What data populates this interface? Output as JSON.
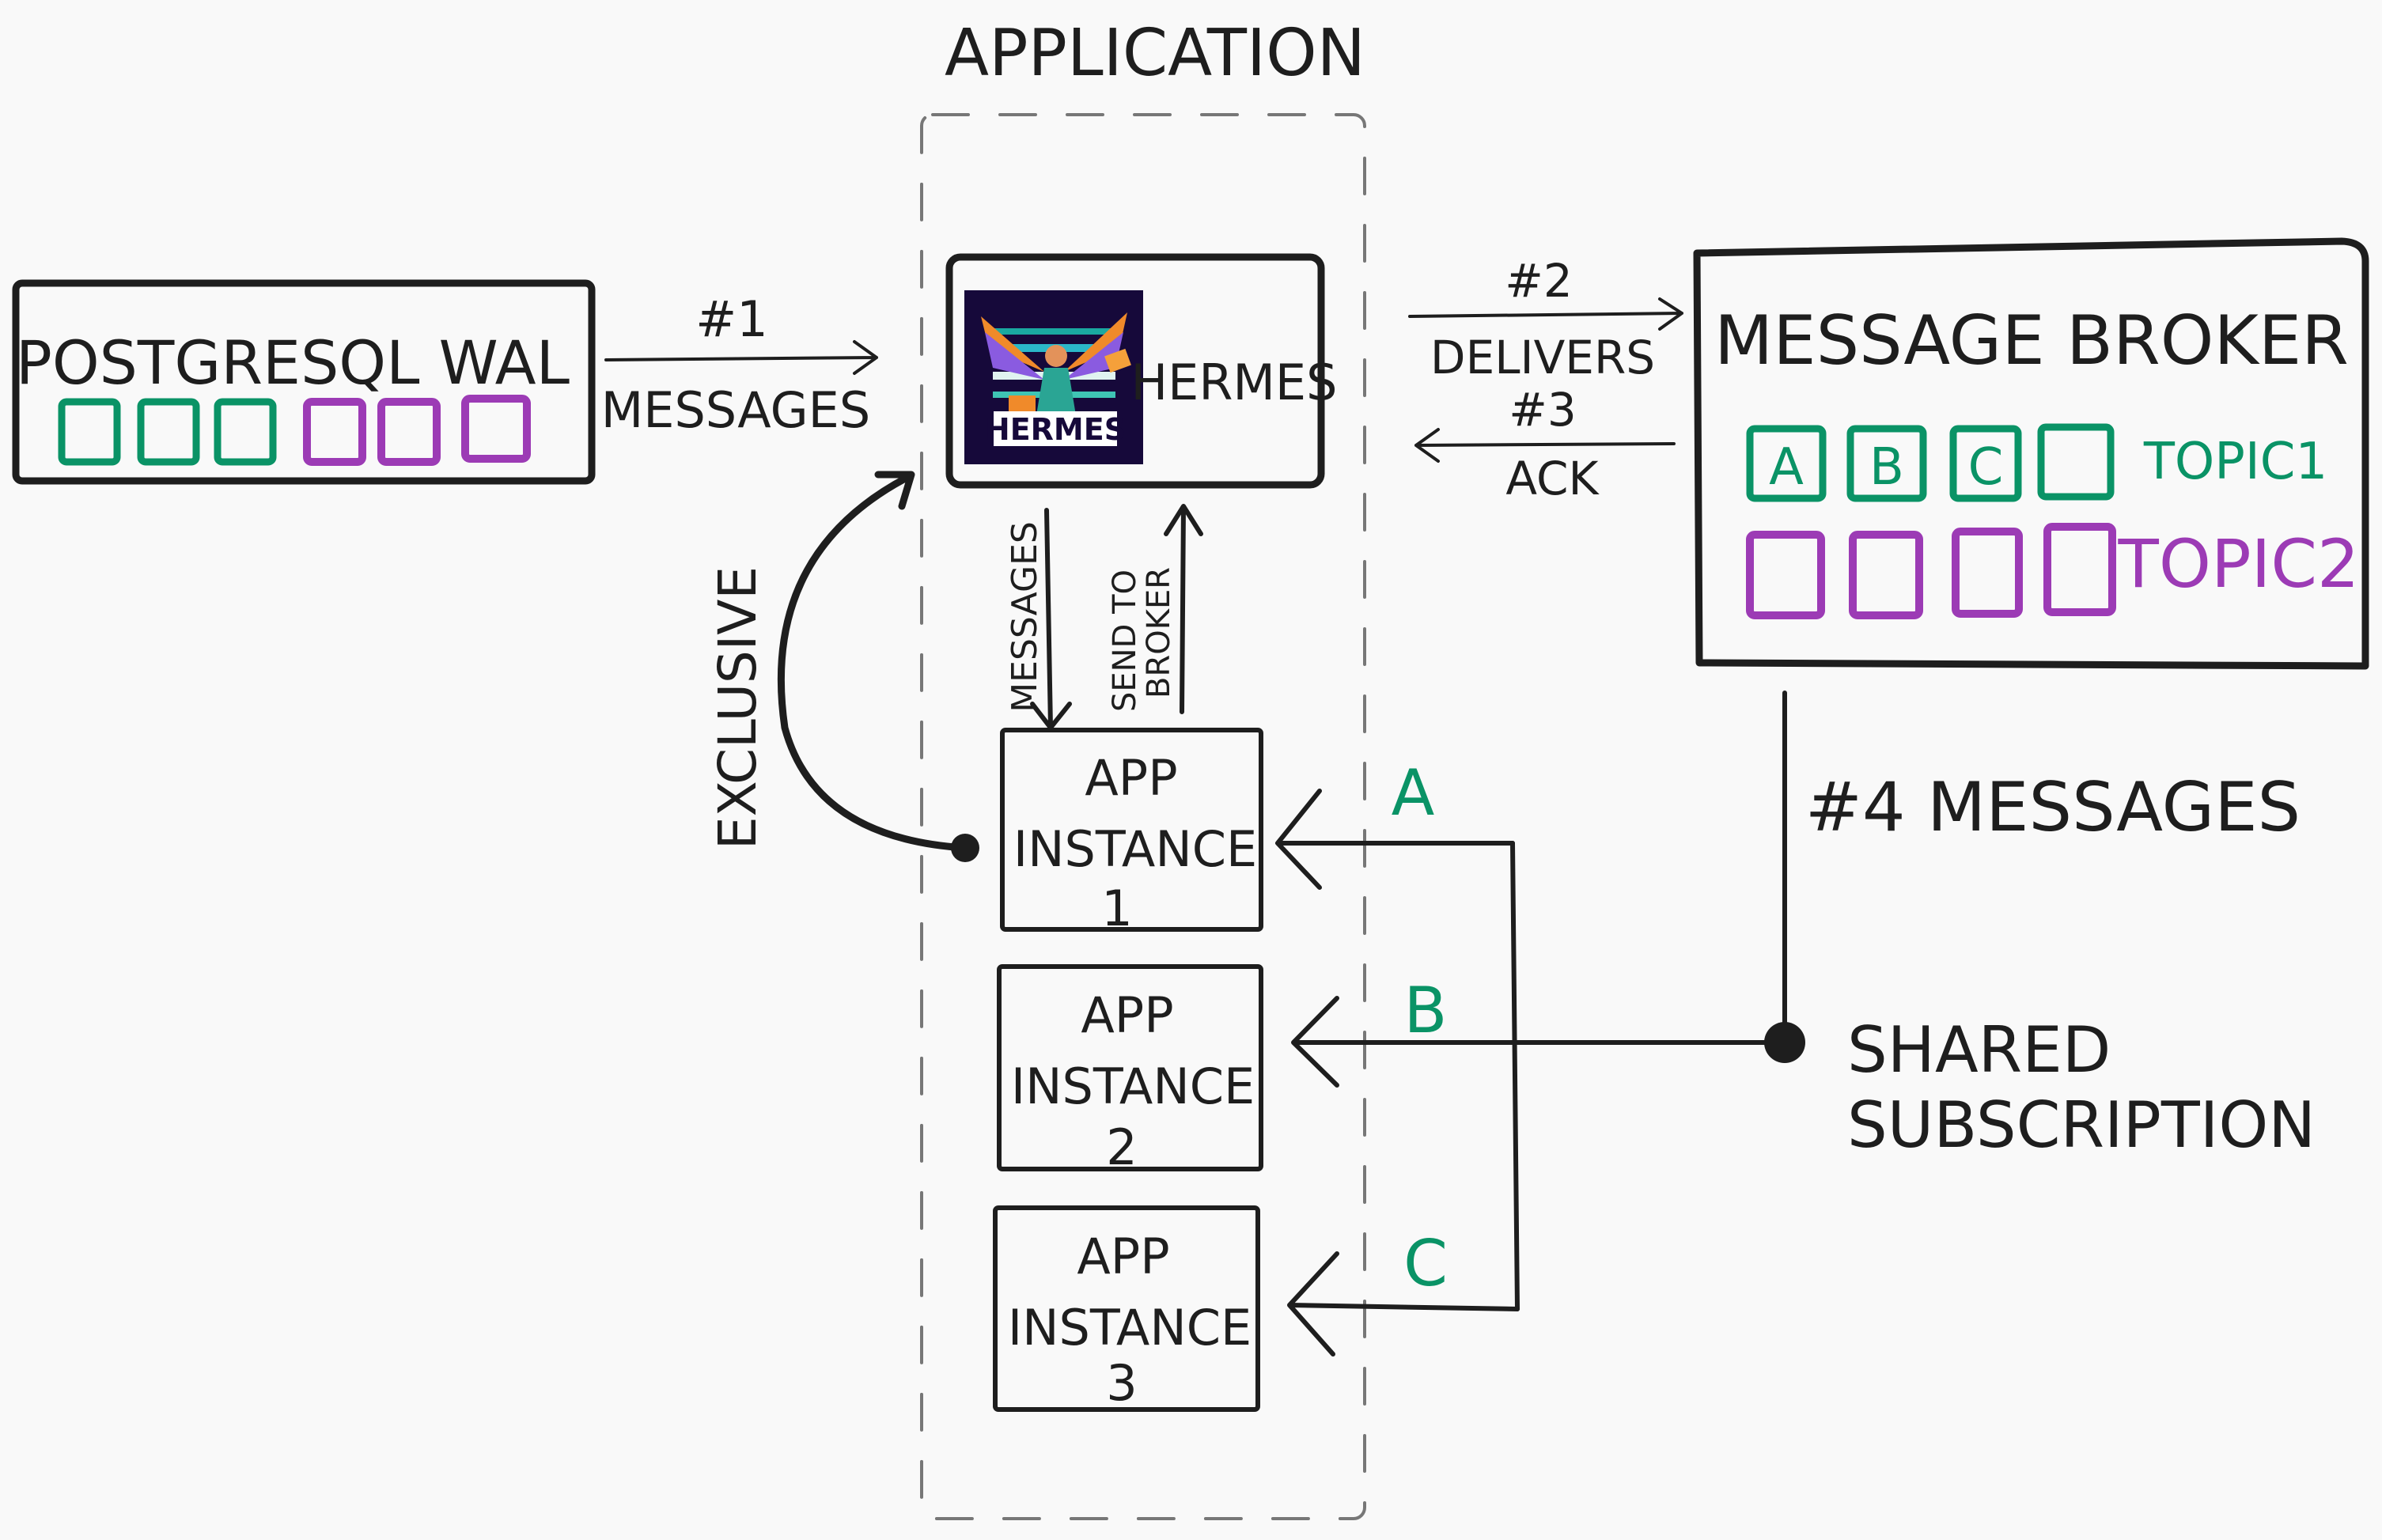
{
  "colors": {
    "background": "#f9f9f9",
    "ink": "#1e1e1e",
    "topic1": "#0a9366",
    "topic2": "#9c3bb5"
  },
  "application": {
    "title": "APPLICATION"
  },
  "wal": {
    "label": "POSTGRESQL WAL",
    "entries": [
      "topic1",
      "topic1",
      "topic1",
      "topic2",
      "topic2",
      "topic2"
    ]
  },
  "step1": {
    "number": "#1",
    "label": "MESSAGES"
  },
  "hermes": {
    "label": "HERMES",
    "logo_text": "HERMES"
  },
  "step2": {
    "number": "#2",
    "label": "DELIVERS"
  },
  "step3": {
    "number": "#3",
    "label": "ACK"
  },
  "broker": {
    "title": "MESSAGE BROKER",
    "topic1": {
      "label": "TOPIC1",
      "messages": [
        "A",
        "B",
        "C",
        ""
      ]
    },
    "topic2": {
      "label": "TOPIC2",
      "messages": [
        "",
        "",
        "",
        ""
      ]
    }
  },
  "hermes_links": {
    "down_label": "MESSAGES",
    "up_label_line1": "SEND TO",
    "up_label_line2": "BROKER"
  },
  "exclusive": {
    "label": "EXCLUSIVE"
  },
  "instances": [
    {
      "line1": "APP",
      "line2": "INSTANCE",
      "line3": "1",
      "message": "A"
    },
    {
      "line1": "APP",
      "line2": "INSTANCE",
      "line3": "2",
      "message": "B"
    },
    {
      "line1": "APP",
      "line2": "INSTANCE",
      "line3": "3",
      "message": "C"
    }
  ],
  "step4": {
    "label": "#4 MESSAGES"
  },
  "subscription": {
    "line1": "SHARED",
    "line2": "SUBSCRIPTION"
  }
}
